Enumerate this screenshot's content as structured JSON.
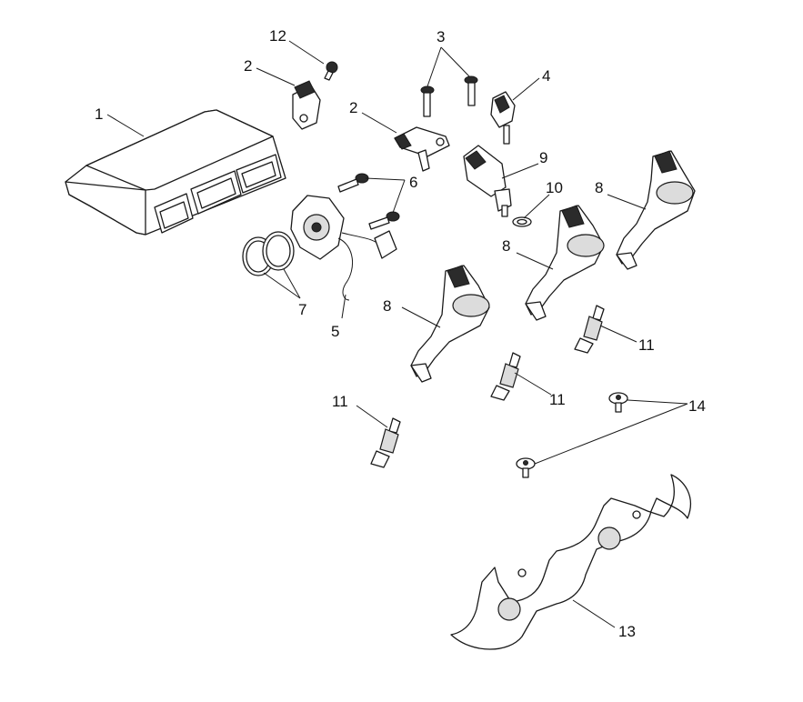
{
  "diagram": {
    "callouts": [
      {
        "id": "c1",
        "label": "1"
      },
      {
        "id": "c2a",
        "label": "2"
      },
      {
        "id": "c2b",
        "label": "2"
      },
      {
        "id": "c3",
        "label": "3"
      },
      {
        "id": "c4",
        "label": "4"
      },
      {
        "id": "c5",
        "label": "5"
      },
      {
        "id": "c6",
        "label": "6"
      },
      {
        "id": "c7",
        "label": "7"
      },
      {
        "id": "c8a",
        "label": "8"
      },
      {
        "id": "c8b",
        "label": "8"
      },
      {
        "id": "c8c",
        "label": "8"
      },
      {
        "id": "c9",
        "label": "9"
      },
      {
        "id": "c10",
        "label": "10"
      },
      {
        "id": "c11a",
        "label": "11"
      },
      {
        "id": "c11b",
        "label": "11"
      },
      {
        "id": "c11c",
        "label": "11"
      },
      {
        "id": "c12",
        "label": "12"
      },
      {
        "id": "c13",
        "label": "13"
      },
      {
        "id": "c14",
        "label": "14"
      }
    ]
  }
}
